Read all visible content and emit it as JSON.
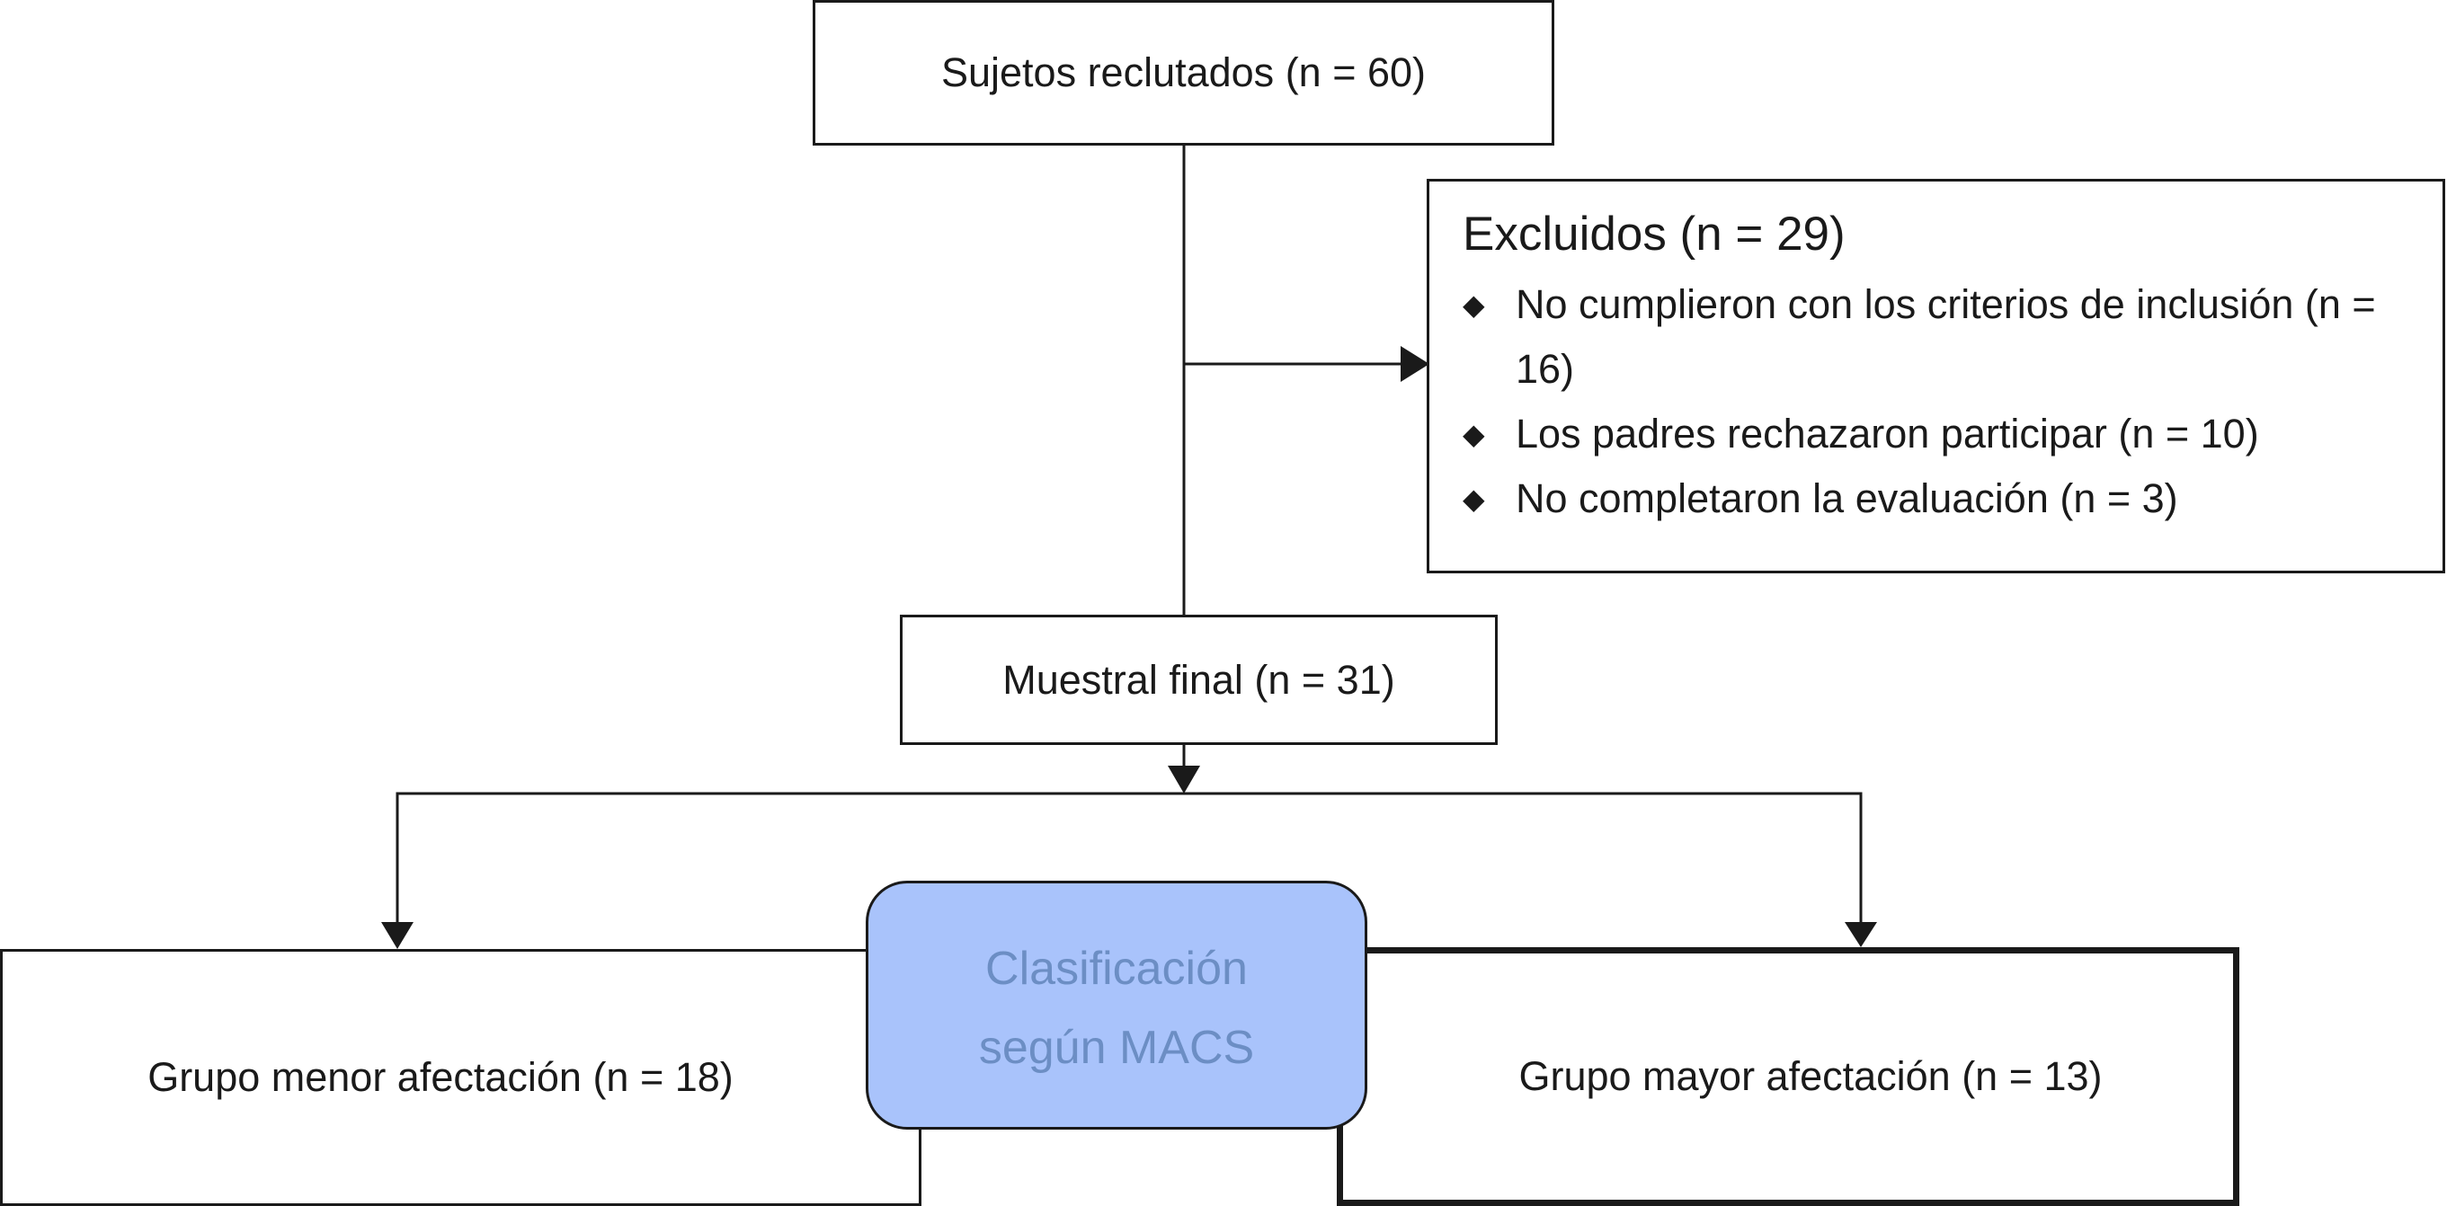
{
  "colors": {
    "line": "#1a1a1a",
    "macs_fill": "#a9c3fb",
    "macs_text": "#6c8ec4"
  },
  "nodes": {
    "recruited": "Sujetos reclutados (n = 60)",
    "excluded": {
      "title": "Excluidos (n = 29)",
      "bullet_icon": "diamond-bullet",
      "items": [
        "No cumplieron con los criterios de inclusión (n = 16)",
        "Los padres rechazaron participar (n = 10)",
        "No completaron la evaluación (n = 3)"
      ]
    },
    "final_sample": "Muestral final (n = 31)",
    "group_low": "Grupo menor afectación (n = 18)",
    "group_high": "Grupo mayor afectación (n = 13)",
    "classification": {
      "line1": "Clasificación",
      "line2": "según MACS"
    }
  }
}
